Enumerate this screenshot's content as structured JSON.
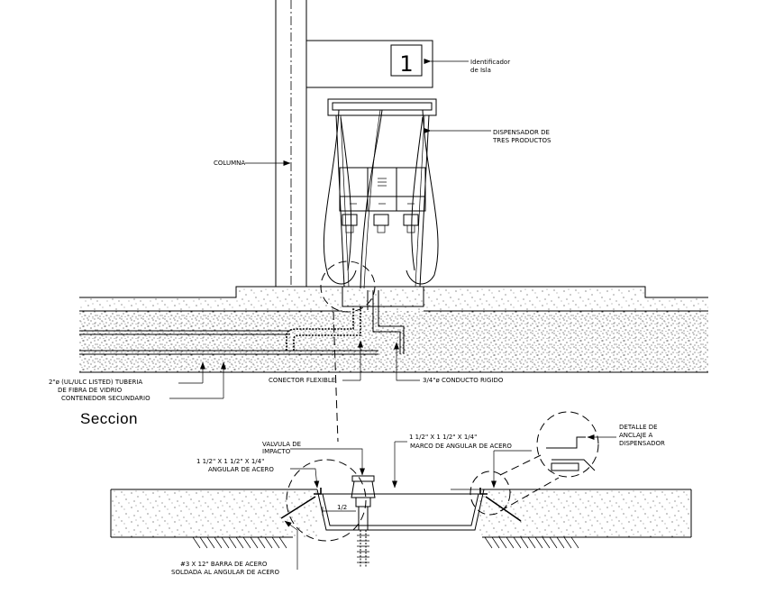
{
  "drawing": {
    "island_number": "1",
    "section_title": "Seccion",
    "labels": {
      "island_id_1": "Identificador",
      "island_id_2": "de Isla",
      "dispenser_1": "DISPENSADOR DE",
      "dispenser_2": "TRES PRODUCTOS",
      "column": "COLUMNA",
      "pipe_1": "2\"ø (UL/ULC LISTED) TUBERIA",
      "pipe_2": "DE FIBRA DE VIDRIO",
      "pipe_3": "CONTENEDOR SECUNDARIO",
      "flex_connector": "CONECTOR FLEXIBLE",
      "rigid_conduit": "3/4\"ø CONDUCTO RIGIDO",
      "impact_valve_1": "VALVULA DE",
      "impact_valve_2": "IMPACTO",
      "angle_left_1": "1 1/2\" X 1 1/2\" X 1/4\"",
      "angle_left_2": "ANGULAR DE ACERO",
      "frame_1": "1 1/2\" X 1 1/2\" X 1/4\"",
      "frame_2": "MARCO DE ANGULAR DE ACERO",
      "anchor_1": "DETALLE DE",
      "anchor_2": "ANCLAJE A",
      "anchor_3": "DISPENSADOR",
      "dimension": "1/2",
      "rebar_1": "#3 X 12\" BARRA DE ACERO",
      "rebar_2": "SOLDADA AL ANGULAR DE ACERO"
    }
  }
}
